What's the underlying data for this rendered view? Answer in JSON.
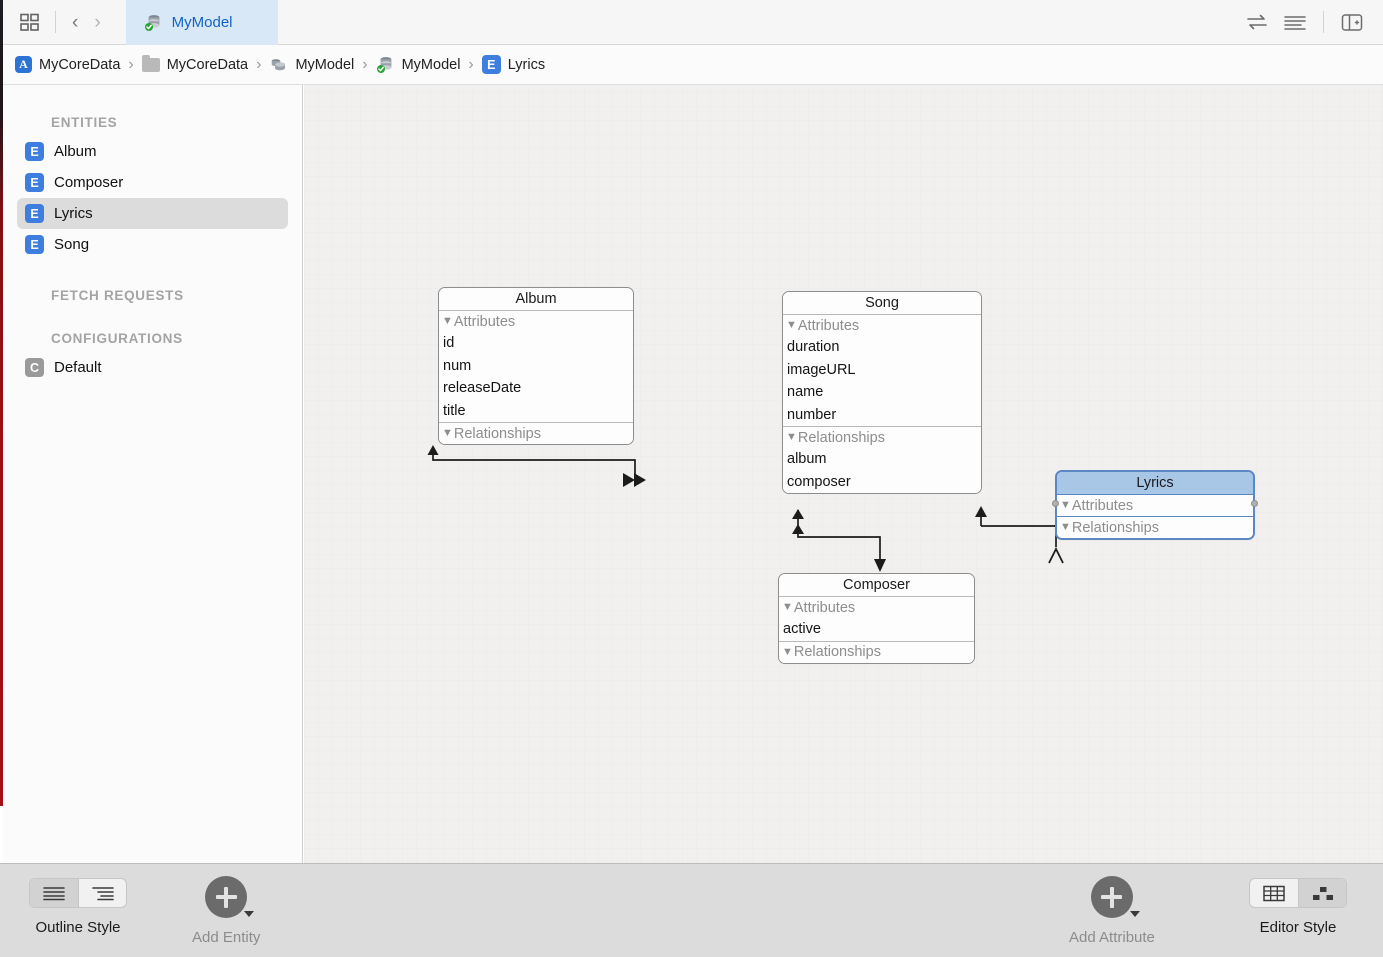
{
  "window": {
    "tabbar": {
      "grid_icon": "grid-view-icon",
      "back_icon": "chevron-left-icon",
      "forward_icon": "chevron-right-icon",
      "tab": {
        "label": "MyModel",
        "icon": "coredata-model-icon",
        "badge": "validated-checkmark-badge"
      },
      "right_icons": [
        "swap-arrows-icon",
        "lines-list-icon",
        "inspector-panel-icon"
      ]
    },
    "breadcrumb": {
      "items": [
        {
          "label": "MyCoreData",
          "icon": "xcode-app-icon"
        },
        {
          "label": "MyCoreData",
          "icon": "folder-icon"
        },
        {
          "label": "MyModel",
          "icon": "xcdatamodeld-icon"
        },
        {
          "label": "MyModel",
          "icon": "coredata-model-icon"
        },
        {
          "label": "Lyrics",
          "icon": "entity-icon"
        }
      ],
      "separator": "›"
    }
  },
  "sidebar": {
    "sections": [
      {
        "title": "ENTITIES",
        "items": [
          {
            "label": "Album",
            "icon": "entity-icon",
            "selected": false
          },
          {
            "label": "Composer",
            "icon": "entity-icon",
            "selected": false
          },
          {
            "label": "Lyrics",
            "icon": "entity-icon",
            "selected": true
          },
          {
            "label": "Song",
            "icon": "entity-icon",
            "selected": false
          }
        ]
      },
      {
        "title": "FETCH REQUESTS",
        "items": []
      },
      {
        "title": "CONFIGURATIONS",
        "items": [
          {
            "label": "Default",
            "icon": "configuration-icon",
            "selected": false
          }
        ]
      }
    ]
  },
  "diagram": {
    "section_labels": {
      "attributes": "Attributes",
      "relationships": "Relationships"
    },
    "disclosure_glyph": "▼",
    "entities": [
      {
        "name": "Album",
        "selected": false,
        "attributes": [
          "id",
          "num",
          "releaseDate",
          "title"
        ],
        "relationships": []
      },
      {
        "name": "Song",
        "selected": false,
        "attributes": [
          "duration",
          "imageURL",
          "name",
          "number"
        ],
        "relationships": [
          "album",
          "composer"
        ]
      },
      {
        "name": "Lyrics",
        "selected": true,
        "attributes": [],
        "relationships": []
      },
      {
        "name": "Composer",
        "selected": false,
        "attributes": [
          "active"
        ],
        "relationships": []
      }
    ],
    "connections": [
      {
        "from": "Album",
        "to": "Song",
        "from_cardinality": "to-one",
        "to_cardinality": "to-many"
      },
      {
        "from": "Composer",
        "to": "Song",
        "from_cardinality": "to-one",
        "to_cardinality": "to-many"
      },
      {
        "from": "Song",
        "to": "Lyrics",
        "from_cardinality": "to-one",
        "to_cardinality": "to-many"
      }
    ]
  },
  "bottombar": {
    "outline_style": {
      "label": "Outline Style",
      "options": [
        "flat-list-icon",
        "hierarchical-list-icon"
      ],
      "selected_index": 0
    },
    "add_entity": {
      "label": "Add Entity",
      "icon": "plus-circle-icon",
      "enabled": false
    },
    "add_attribute": {
      "label": "Add Attribute",
      "icon": "plus-circle-icon",
      "enabled": false
    },
    "editor_style": {
      "label": "Editor Style",
      "options": [
        "table-editor-icon",
        "graph-editor-icon"
      ],
      "selected_index": 1
    }
  },
  "colors": {
    "accent_blue": "#1263c6",
    "tab_background": "#d9e8f7",
    "selection_gray": "#dcdcdc",
    "entity_selected_header": "#a8c6e6",
    "entity_selected_border": "#5b87c4",
    "canvas_background": "#f1f0ef",
    "edge_strip_red": "#a30f14"
  }
}
